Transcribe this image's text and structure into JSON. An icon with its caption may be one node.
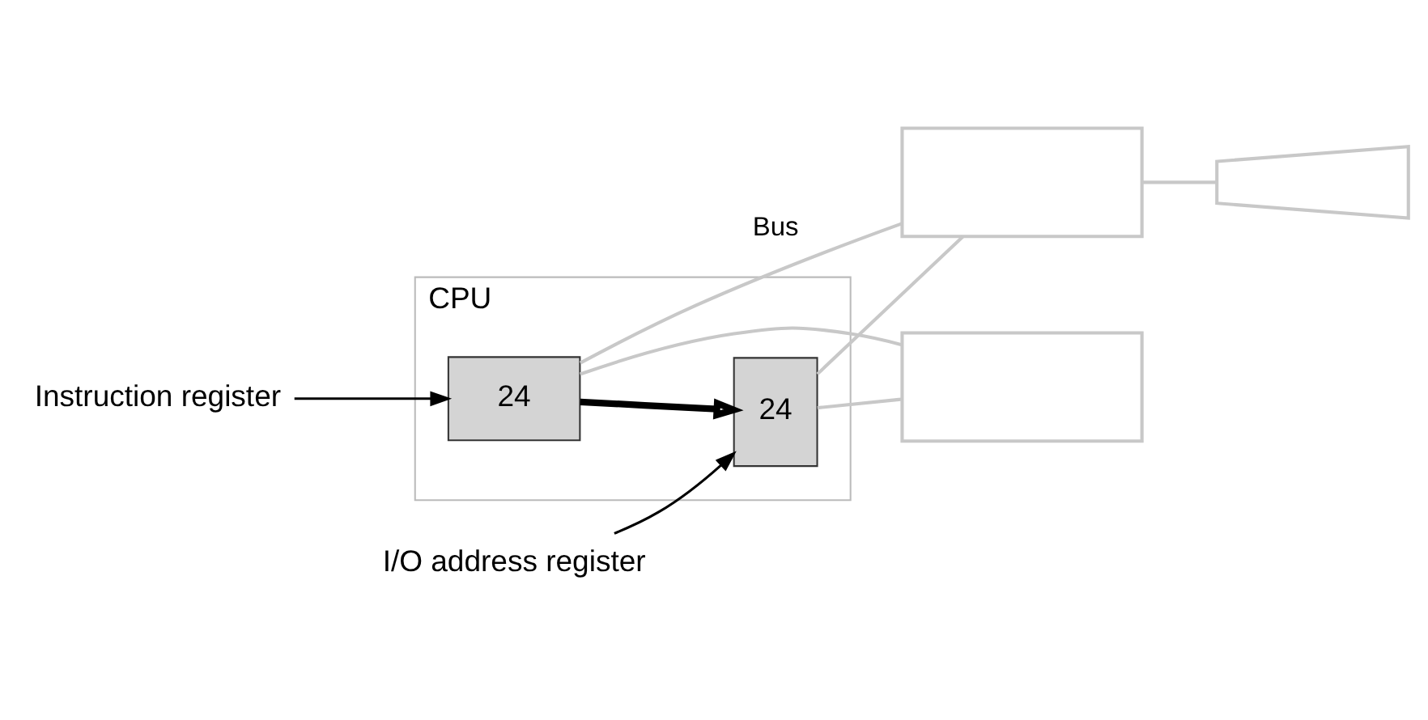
{
  "diagram": {
    "nodes": [
      {
        "text": [
          "Instruction register"
        ]
      },
      {
        "text": [
          "CPU"
        ]
      },
      {
        "text": [
          "24"
        ],
        "in": 1
      },
      {
        "text": [
          "24"
        ],
        "in": 1
      },
      {
        "text": [],
        "shape": "box"
      },
      {
        "text": [],
        "shape": "trapezoid"
      },
      {
        "text": [],
        "shape": "box"
      },
      {
        "text": [
          "I/O address register"
        ]
      }
    ],
    "edges": [
      {
        "from": 0,
        "to": 2,
        "arrow": "to",
        "color": "#000000"
      },
      {
        "from": 7,
        "to": 3,
        "arrow": "to",
        "color": "#000000"
      },
      {
        "from": 2,
        "to": 3,
        "arrow": "to",
        "style": "thick",
        "color": "#000000"
      },
      {
        "from": 2,
        "to": 4,
        "arrow": "none",
        "label": "Bus"
      },
      {
        "from": 2,
        "to": 6,
        "arrow": "none"
      },
      {
        "from": 3,
        "to": 4,
        "arrow": "none"
      },
      {
        "from": 3,
        "to": 6,
        "arrow": "none"
      },
      {
        "from": 4,
        "to": 5,
        "arrow": "none"
      }
    ]
  }
}
